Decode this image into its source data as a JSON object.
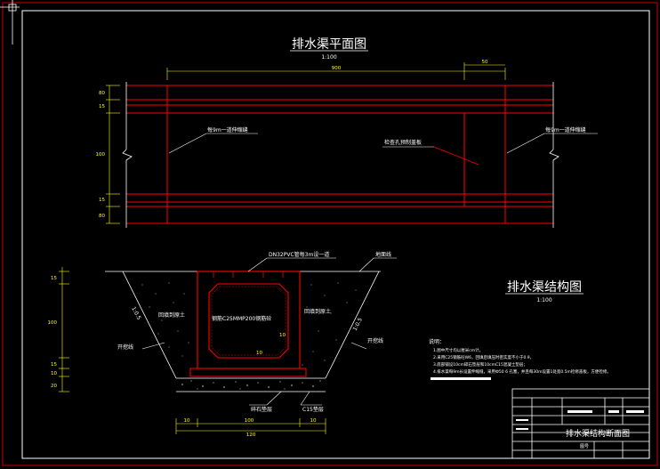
{
  "plan": {
    "title": "排水渠平面图",
    "scale": "1:100",
    "dim_total": "900",
    "dim_right": "50",
    "left_dims": [
      "80",
      "15",
      "100",
      "15",
      "80"
    ],
    "joint_label_left": "每9m一道伸缩缝",
    "joint_label_right": "每9m一道伸缩缝",
    "slab_label": "检查孔预制盖板"
  },
  "section": {
    "title": "排水渠结构图",
    "scale": "1:100",
    "pipe_label": "DN32PVC管每3m设一道",
    "ground_line": "地面线",
    "backfill_left": "回填到原土",
    "backfill_right": "回填到原土",
    "concrete_label": "钢筋C25MMP200钢筋砼",
    "slope_left": "1:0.5",
    "slope_right": "1:0.5",
    "excavation_left": "开挖线",
    "excavation_right": "开挖线",
    "gravel_label": "碎石垫层",
    "c15_label": "C15垫层",
    "left_dims": [
      "15",
      "100",
      "15",
      "10",
      "20"
    ],
    "bottom_dims": [
      "10",
      "100",
      "10"
    ],
    "bottom_total": "120",
    "haunch_dims": [
      "10",
      "10"
    ]
  },
  "notes": {
    "heading": "说明：",
    "items": [
      "1.图中尺寸均以厘米cm计。",
      "2.采用C25钢筋砼W6，回填后填压时密实度不小于0.9，",
      "3.底部铺设10cm碎石垫层和10cmC15混凝土垫层；",
      "4.排水渠每9m长设置伸缩缝，采用Ф50 6 孔塞，并且每30m设置1处宽0.5m检修盖板，方便检修。"
    ]
  },
  "title_block": {
    "drawing_title": "排水渠结构断面图",
    "label_small": "图号"
  },
  "colors": {
    "background": "#000000",
    "border": "#ffffff",
    "structure": "#ff0000",
    "dimension": "#ffff00",
    "text": "#ffffff",
    "hatch": "#ffffff"
  }
}
